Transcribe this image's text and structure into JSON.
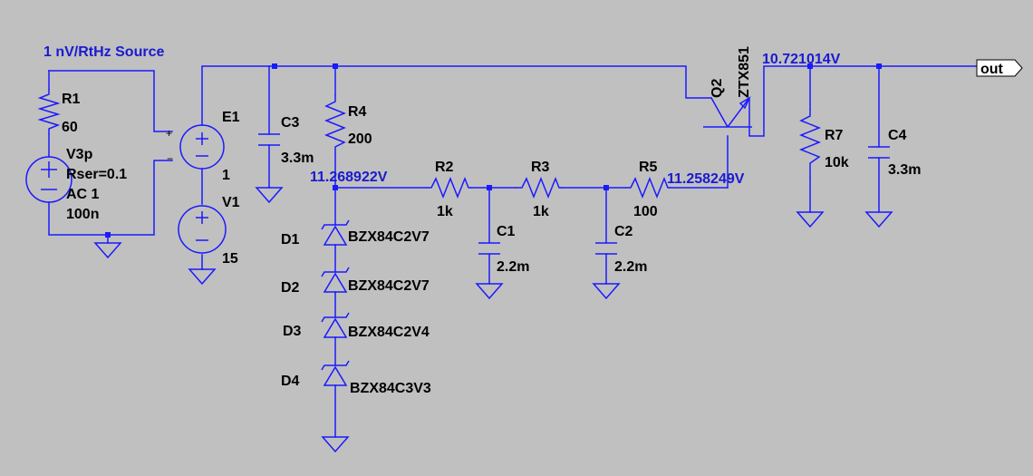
{
  "labels": {
    "source_title": "1 nV/RtHz Source",
    "r1_name": "R1",
    "r1_value": "60",
    "v3p_name": "V3p",
    "v3p_rser": "Rser=0.1",
    "v3p_ac": "AC 1",
    "v3p_value": "100n",
    "e1_name": "E1",
    "e1_value": "1",
    "v1_name": "V1",
    "v1_value": "15",
    "c3_name": "C3",
    "c3_value": "3.3m",
    "r4_name": "R4",
    "r4_value": "200",
    "node_ref": "11.268922V",
    "r2_name": "R2",
    "r2_value": "1k",
    "r3_name": "R3",
    "r3_value": "1k",
    "r5_name": "R5",
    "r5_value": "100",
    "node_base": "11.258249V",
    "c1_name": "C1",
    "c1_value": "2.2m",
    "c2_name": "C2",
    "c2_value": "2.2m",
    "d1_name": "D1",
    "d1_value": "BZX84C2V7",
    "d2_name": "D2",
    "d2_value": "BZX84C2V7",
    "d3_name": "D3",
    "d3_value": "BZX84C2V4",
    "d4_name": "D4",
    "d4_value": "BZX84C3V3",
    "q2_name": "Q2",
    "q2_value": "ZTX851",
    "node_out": "10.721014V",
    "r7_name": "R7",
    "r7_value": "10k",
    "c4_name": "C4",
    "c4_value": "3.3m",
    "out_label": "out",
    "plus": "+",
    "minus": "−"
  }
}
